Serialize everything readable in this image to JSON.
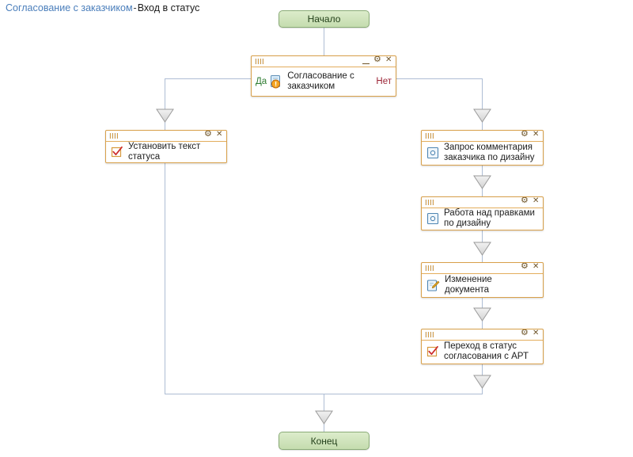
{
  "header": {
    "breadcrumb_link": "Согласование с заказчиком",
    "breadcrumb_separator": "-",
    "breadcrumb_current": "Вход в статус"
  },
  "colors": {
    "canvas_background": "#ffffff",
    "link_text": "#4a7ebb",
    "terminal_fill": "#cfe3bb",
    "terminal_border": "#8aab77",
    "node_title_bar": "#f8c87b",
    "node_border": "#d8a04a",
    "connector_line": "#aebdd4",
    "arrow_fill": "#e4e4e4",
    "arrow_border": "#9a9a9a",
    "yes_label": "#2f7d32",
    "no_label": "#9b2335"
  },
  "diagram": {
    "start_node": {
      "label": "Начало",
      "type": "terminal"
    },
    "end_node": {
      "label": "Конец",
      "type": "terminal"
    },
    "decision_node": {
      "label": "Согласование с заказчиком",
      "icon": "document-alert-icon",
      "yes_label": "Да",
      "no_label": "Нет",
      "buttons": [
        "minimize-button",
        "settings-button",
        "close-button"
      ]
    },
    "left_branch": [
      {
        "label": "Установить текст статуса",
        "icon": "checkbox-checked-icon",
        "buttons": [
          "settings-button",
          "close-button"
        ]
      }
    ],
    "right_branch": [
      {
        "label": "Запрос комментария заказчика по дизайну",
        "icon": "task-circle-icon",
        "buttons": [
          "settings-button",
          "close-button"
        ]
      },
      {
        "label": "Работа над правками по дизайну",
        "icon": "task-circle-icon",
        "buttons": [
          "settings-button",
          "close-button"
        ]
      },
      {
        "label": "Изменение документа",
        "icon": "document-edit-icon",
        "buttons": [
          "settings-button",
          "close-button"
        ]
      },
      {
        "label": "Переход в статус согласования с АРТ",
        "icon": "checkbox-checked-icon",
        "buttons": [
          "settings-button",
          "close-button"
        ]
      }
    ]
  }
}
